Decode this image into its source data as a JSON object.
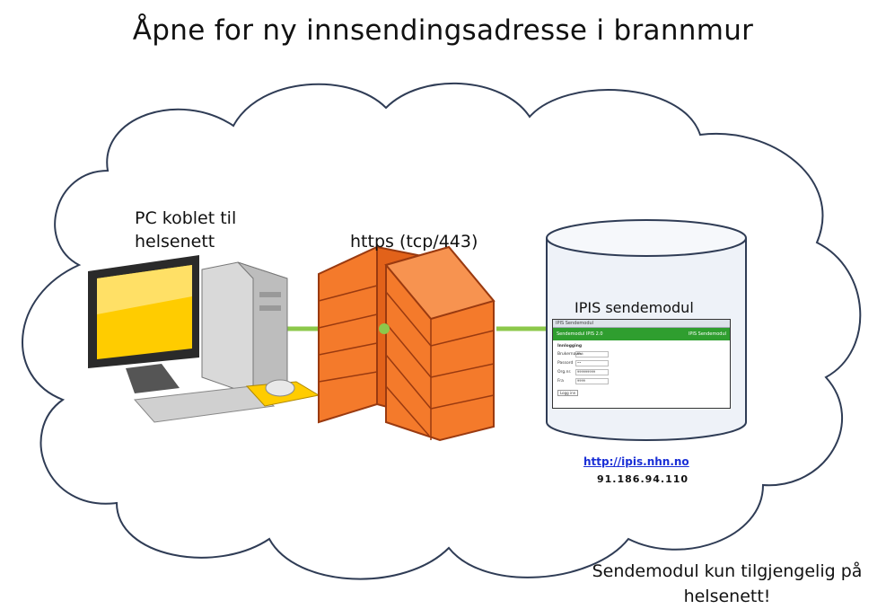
{
  "title": "Åpne for ny innsendingsadresse i brannmur",
  "pc_label": "PC koblet til helsenett",
  "connection_label": "https (tcp/443)",
  "server_label": "IPIS sendemodul",
  "server_url": "http://ipis.nhn.no",
  "server_ip": "91.186.94.110",
  "note": "Sendemodul kun tilgjengelig på helsenett!",
  "mini_window": {
    "tab": "IPIS Sendemodul",
    "header_left": "Sendemodul IPIS 2.0",
    "header_right": "IPIS Sendemodul",
    "heading": "Innlogging",
    "fields": [
      {
        "label": "Brukernavn",
        "value": "test"
      },
      {
        "label": "Passord",
        "value": "••"
      },
      {
        "label": "Org.nr.",
        "value": "999999999"
      },
      {
        "label": "Fra",
        "value": "9999"
      }
    ],
    "button": "Logg inn"
  },
  "colors": {
    "cloud_stroke": "#2f3c55",
    "link": "#1a2fd6",
    "connector": "#8cc84b",
    "brick": "#f47a2b",
    "mini_header": "#2f9e2f"
  },
  "icons": [
    "desktop-pc-icon",
    "firewall-icon",
    "server-cylinder-icon",
    "cloud-icon"
  ]
}
